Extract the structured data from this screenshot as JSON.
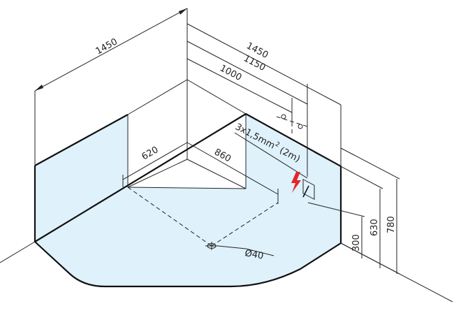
{
  "dimensions": {
    "width_left": "1450",
    "width_right": "1450",
    "to_outlet": "1150",
    "to_connection": "1000",
    "depth_left": "620",
    "depth_right": "860",
    "height_300": "300",
    "height_630": "630",
    "height_780": "780",
    "drain": "Ø40"
  },
  "cable": {
    "prefix": "3x1,5mm",
    "superscript": "2",
    "suffix": " (2m)"
  },
  "colors": {
    "wall": "#dff1fb",
    "lightning": "#e3262b"
  },
  "icons": [
    "lightning-bolt-icon",
    "socket-icon",
    "drain-icon"
  ]
}
